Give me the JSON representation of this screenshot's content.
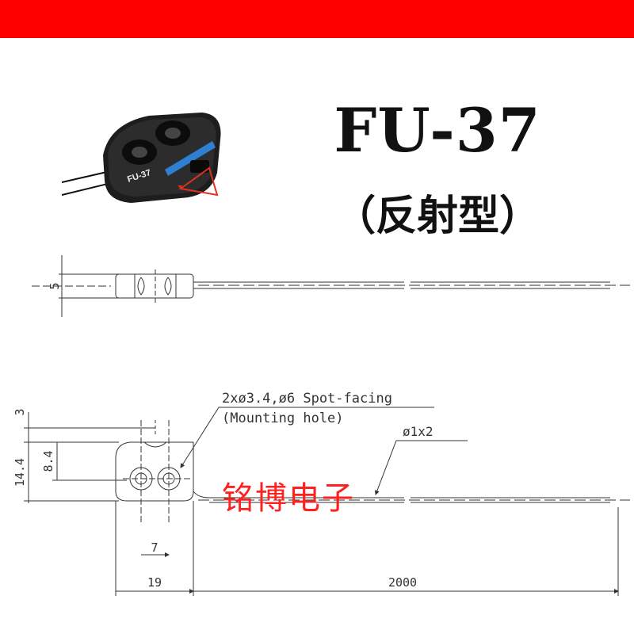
{
  "header": {
    "accent_color": "#ff0000"
  },
  "title": "FU-37",
  "subtitle": "（反射型）",
  "photo": {
    "label": "FU-37"
  },
  "dimensions": {
    "side_height": "5",
    "top_offset": "3",
    "total_height": "14.4",
    "hole_height": "8.4",
    "hole_pitch": "7",
    "body_length": "19",
    "cable_length": "2000"
  },
  "annotations": {
    "mounting_spec": "2xø3.4,ø6 Spot-facing",
    "mounting_note": "(Mounting hole)",
    "cable_spec": "ø1x2"
  },
  "watermark": "铭博电子"
}
